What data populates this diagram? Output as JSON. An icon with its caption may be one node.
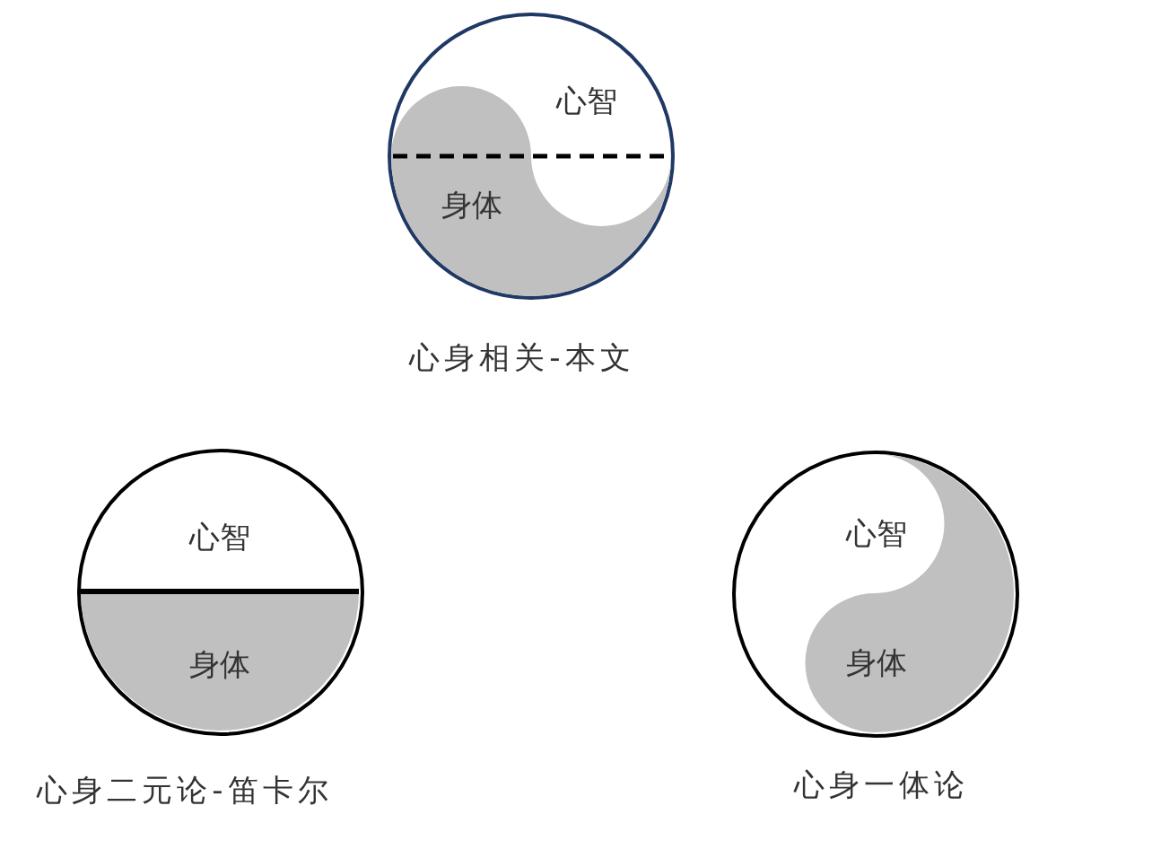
{
  "diagram": {
    "nodes": [
      {
        "text": [
          "心智",
          "身体"
        ],
        "beside": [
          "心身相关-本文"
        ]
      },
      {
        "text": [
          "心智",
          "身体"
        ],
        "beside": [
          "心身二元论-笛卡尔"
        ]
      },
      {
        "text": [
          "心智",
          "身体"
        ],
        "beside": [
          "心身一体论"
        ]
      }
    ]
  }
}
